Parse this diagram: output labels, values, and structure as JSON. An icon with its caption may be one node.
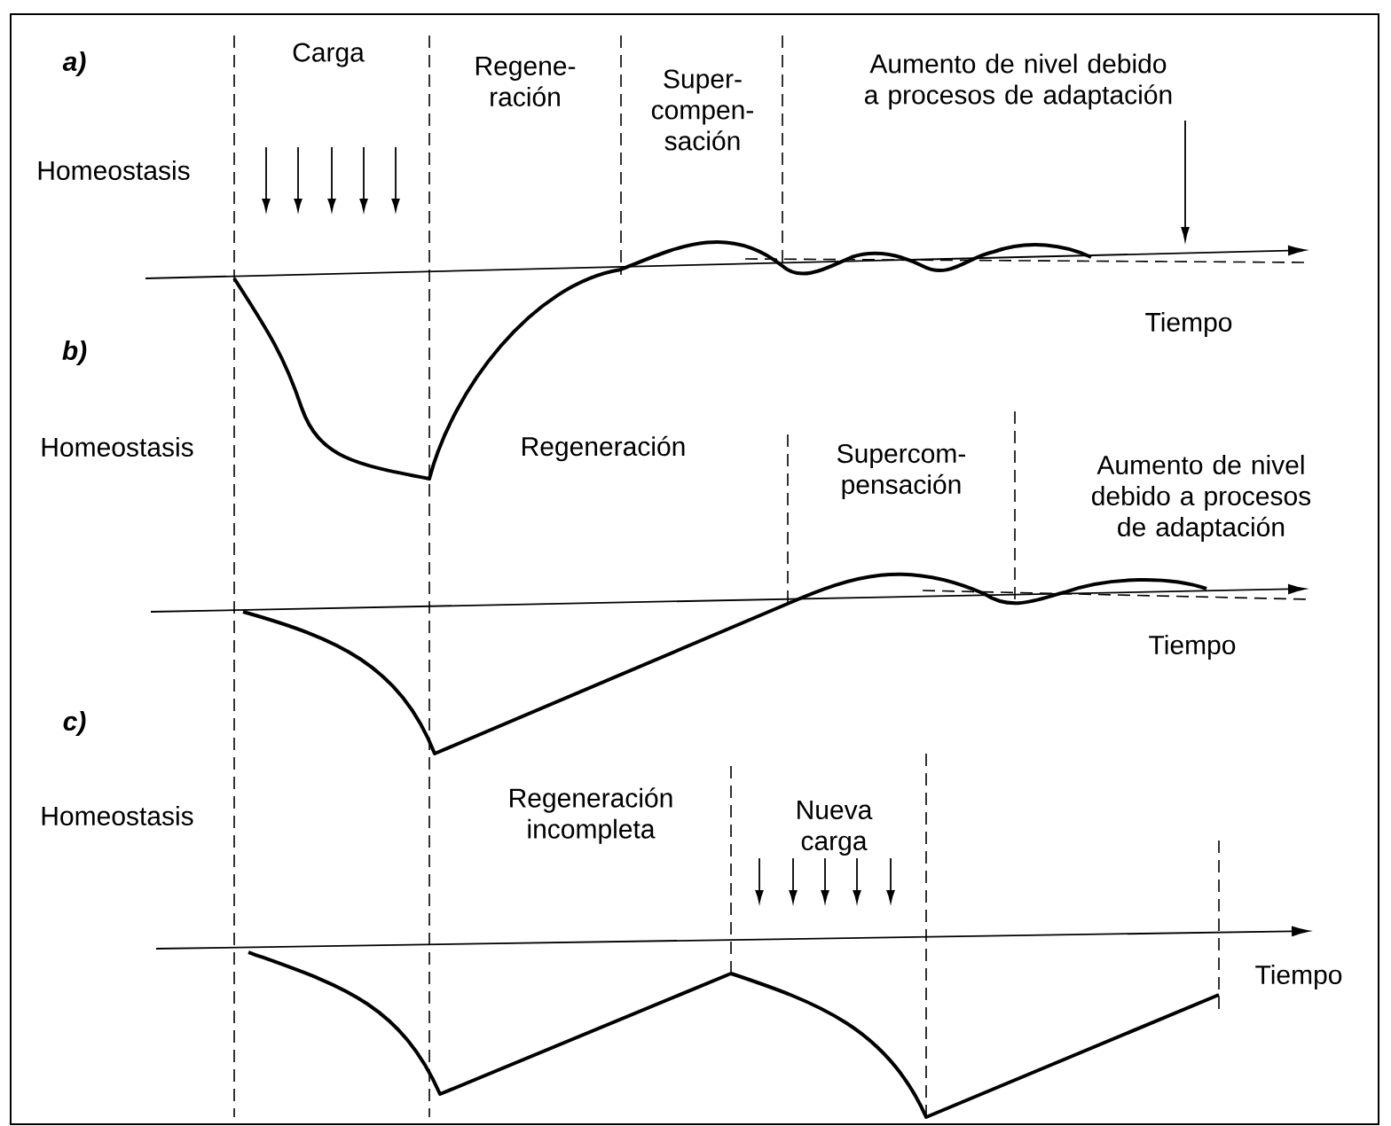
{
  "diagram": {
    "labels": [
      "a)",
      "Carga",
      "Regene- ración",
      "Super- compen- sación",
      "Aumento de nivel debido a procesos de adaptación",
      "Homeostasis",
      "Tiempo",
      "b)",
      "Homeostasis",
      "Regeneración",
      "Supercom- pensación",
      "Aumento de nivel debido a procesos de adaptación",
      "Tiempo",
      "c)",
      "Homeostasis",
      "Regeneración incompleta",
      "Nueva carga",
      "Tiempo"
    ]
  }
}
